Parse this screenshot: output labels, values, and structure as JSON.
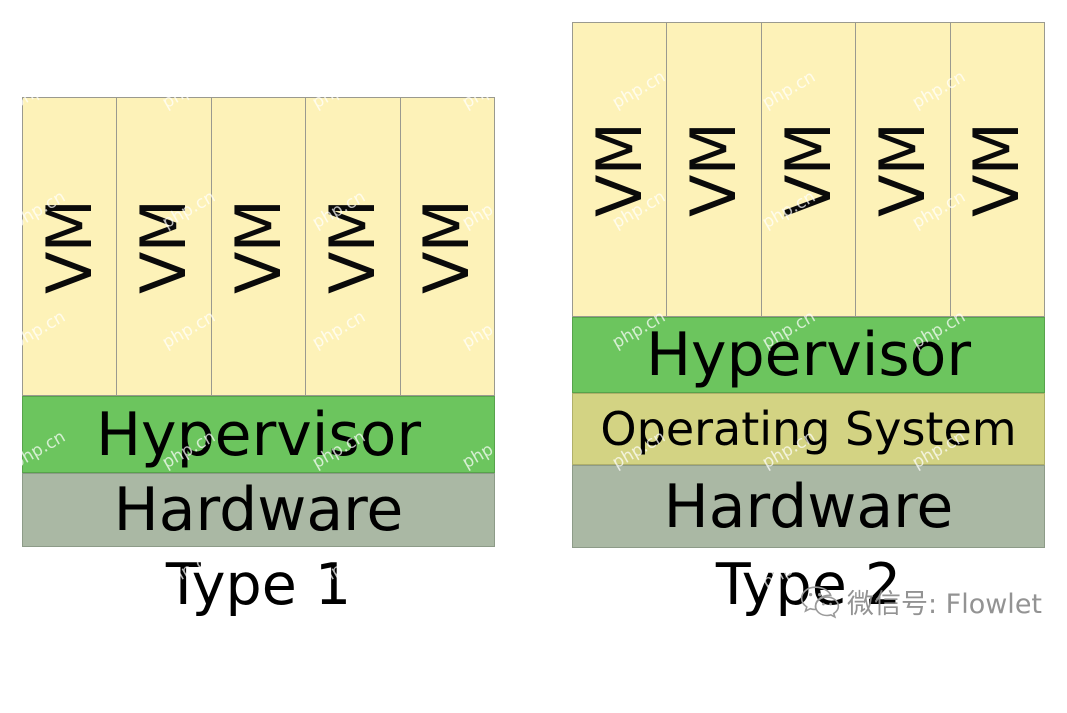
{
  "diagram": {
    "title_hidden": "Hypervisor types comparison",
    "colors": {
      "vm": "#fdf2b8",
      "hypervisor": "#6cc55e",
      "operating_system": "#d3d383",
      "hardware": "#aab8a4",
      "stroke": "#9a9a8f",
      "text": "#000000",
      "background": "#ffffff"
    },
    "panels": [
      {
        "id": "type-1",
        "caption": "Type 1",
        "vm_count": 5,
        "vm_label": "VM",
        "layers": [
          {
            "id": "hypervisor",
            "label": "Hypervisor"
          },
          {
            "id": "hardware",
            "label": "Hardware"
          }
        ]
      },
      {
        "id": "type-2",
        "caption": "Type 2",
        "vm_count": 5,
        "vm_label": "VM",
        "layers": [
          {
            "id": "hypervisor",
            "label": "Hypervisor"
          },
          {
            "id": "operating-system",
            "label": "Operating System"
          },
          {
            "id": "hardware",
            "label": "Hardware"
          }
        ]
      }
    ]
  },
  "watermarks": {
    "tile_text": "php.cn",
    "wechat_text": "微信号: Flowlet"
  }
}
